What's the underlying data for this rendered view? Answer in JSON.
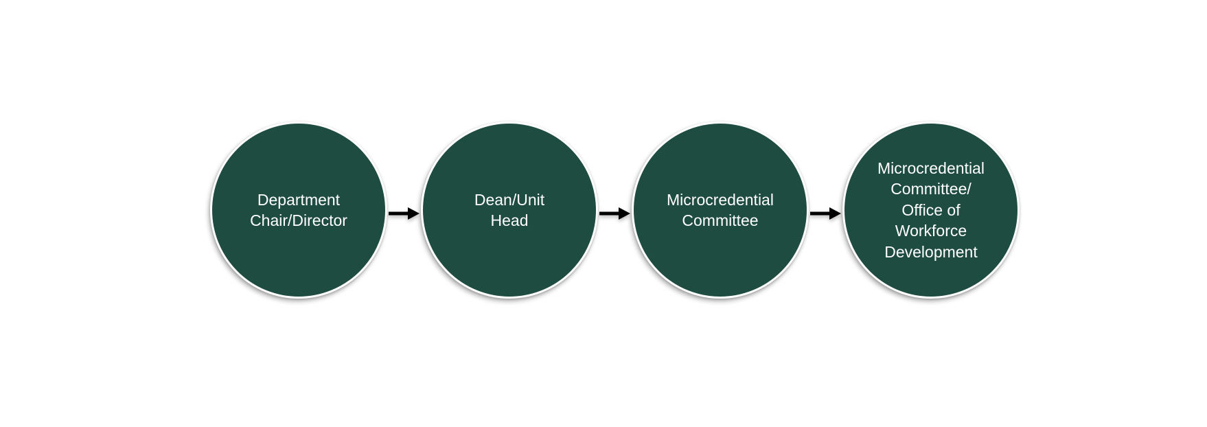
{
  "diagram": {
    "type": "process-flow",
    "direction": "left-to-right",
    "colors": {
      "background": "#ffffff",
      "node_fill": "#1f4c40",
      "node_border": "#ffffff",
      "node_text": "#ffffff",
      "arrow": "#000000"
    },
    "nodes": [
      {
        "id": "step-1",
        "label": "Department\nChair/Director"
      },
      {
        "id": "step-2",
        "label": "Dean/Unit\nHead"
      },
      {
        "id": "step-3",
        "label": "Microcredential\nCommittee"
      },
      {
        "id": "step-4",
        "label": "Microcredential\nCommittee/\nOffice of\nWorkforce\nDevelopment"
      }
    ],
    "arrow_count": 3,
    "arrow_glyph": "right-arrow-icon"
  }
}
